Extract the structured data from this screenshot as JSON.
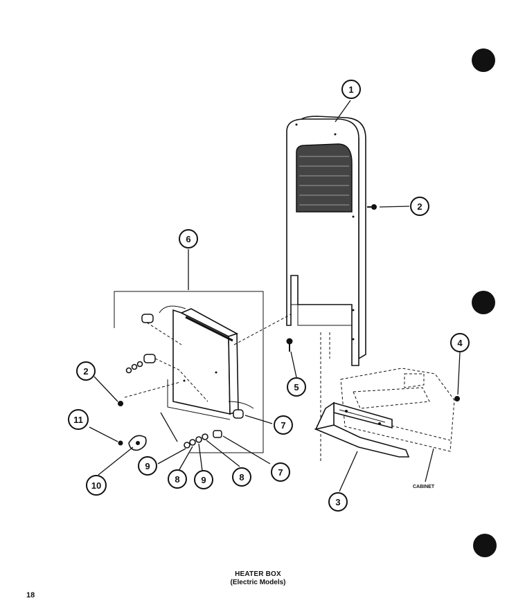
{
  "diagram": {
    "title": "HEATER BOX",
    "subtitle": "(Electric Models)",
    "page_number": "18",
    "cabinet_label": "CABINET",
    "callouts": [
      "1",
      "2",
      "6",
      "2",
      "11",
      "10",
      "9",
      "8",
      "9",
      "8",
      "7",
      "7",
      "5",
      "4",
      "3"
    ]
  }
}
